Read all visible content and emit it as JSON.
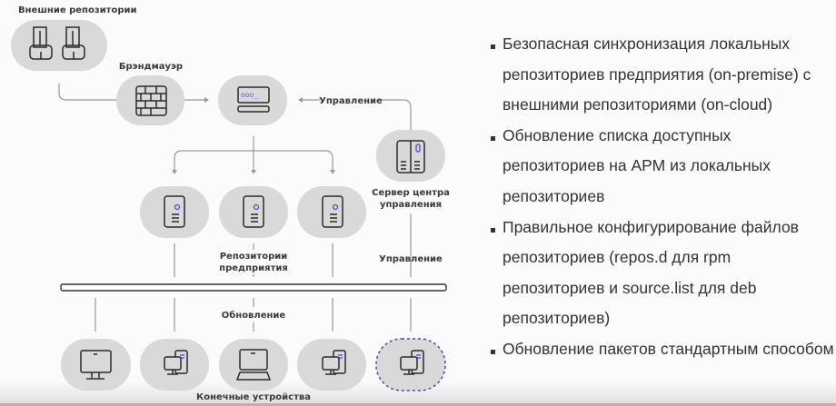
{
  "diagram": {
    "external_repos": "Внешние репозитории",
    "firewall": "Брэндмауэр",
    "management_top": "Управление",
    "control_server_line1": "Сервер центра",
    "control_server_line2": "управления",
    "enterprise_repos_line1": "Репозитории",
    "enterprise_repos_line2": "предприятия",
    "management_bottom": "Управление",
    "update": "Обновление",
    "end_devices": "Конечные устройства",
    "accent_color": "#5b5bd6"
  },
  "bullets": [
    "Безопасная синхронизация локальных репозиториев предприятия (on-premise) с внешними репозиториями (on-cloud)",
    "Обновление списка доступных репозиториев на АРМ  из локальных репозиториев",
    "Правильное конфигурирование файлов репозиториев (repos.d для rpm репозиториев и source.list для deb репозиториев)",
    "Обновление пакетов стандартным способом"
  ]
}
